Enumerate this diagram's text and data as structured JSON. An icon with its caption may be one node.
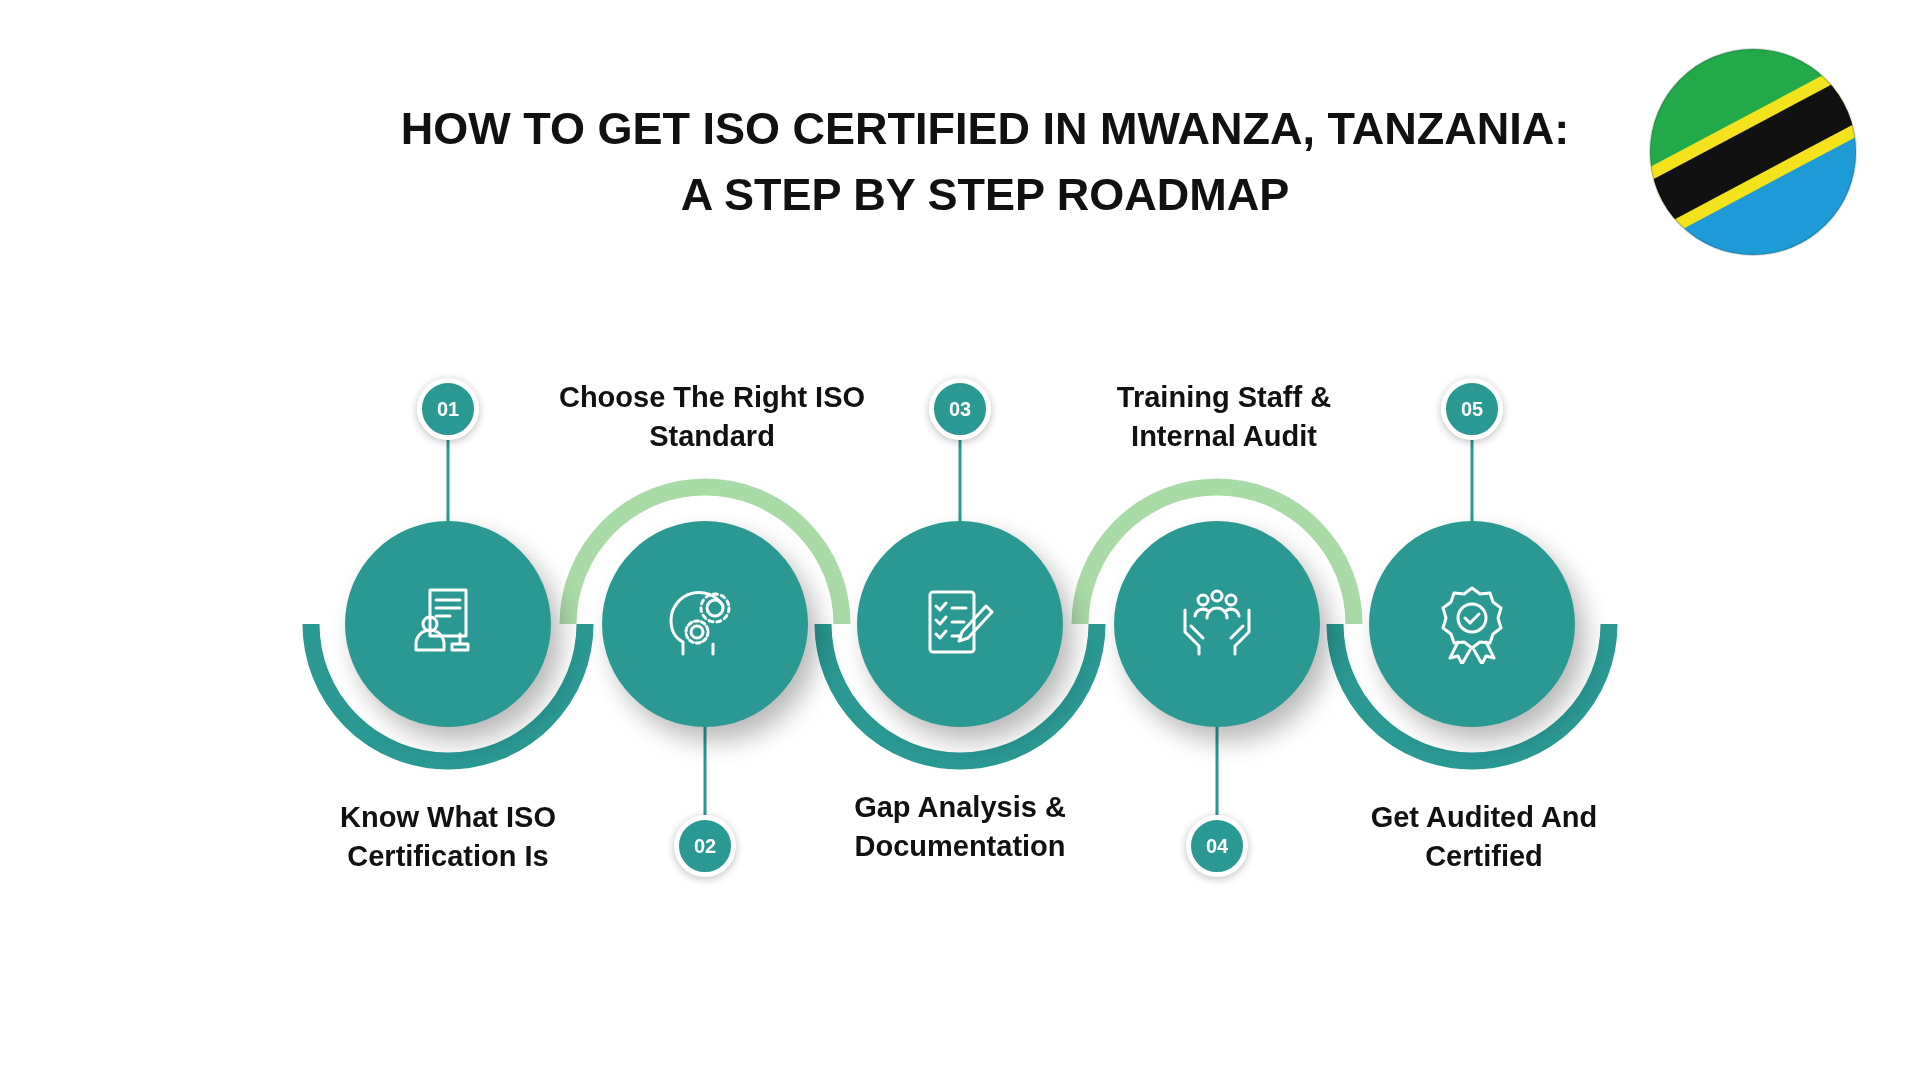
{
  "diagram": {
    "title": "HOW TO GET ISO CERTIFIED IN MWANZA, TANZANIA: A STEP BY STEP ROADMAP",
    "nodes": [
      {
        "text": [
          "01"
        ]
      },
      {
        "text": [],
        "shape": "circle",
        "beside": [
          "Know What ISO Certification Is"
        ]
      },
      {
        "text": [
          "02"
        ]
      },
      {
        "text": [],
        "shape": "circle",
        "beside": [
          "Choose The Right ISO Standard"
        ]
      },
      {
        "text": [
          "03"
        ]
      },
      {
        "text": [],
        "shape": "circle",
        "beside": [
          "Gap Analysis & Documentation"
        ]
      },
      {
        "text": [
          "04"
        ]
      },
      {
        "text": [],
        "shape": "circle",
        "beside": [
          "Training Staff & Internal Audit"
        ]
      },
      {
        "text": [
          "05"
        ]
      },
      {
        "text": [],
        "shape": "circle",
        "beside": [
          "Get Audited And Certified"
        ]
      }
    ],
    "edges": [
      {
        "from": 0,
        "to": 1,
        "arrow": "none"
      },
      {
        "from": 2,
        "to": 3,
        "arrow": "none"
      },
      {
        "from": 4,
        "to": 5,
        "arrow": "none"
      },
      {
        "from": 6,
        "to": 7,
        "arrow": "none"
      },
      {
        "from": 8,
        "to": 9,
        "arrow": "none"
      }
    ]
  }
}
